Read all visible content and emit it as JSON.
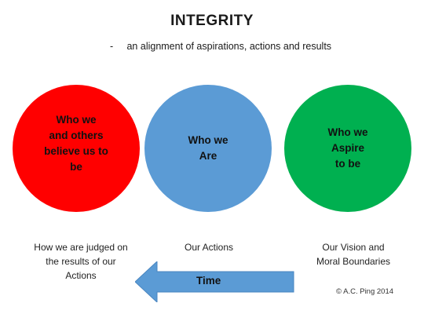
{
  "title": "INTEGRITY",
  "subtitle": {
    "bullet": "-",
    "text": "an alignment of aspirations, actions and results"
  },
  "circles": [
    {
      "lines": [
        "Who we",
        "and others",
        "believe us to",
        "be"
      ],
      "color": "#ff0000"
    },
    {
      "lines": [
        "Who we",
        "Are"
      ],
      "color": "#5b9bd5"
    },
    {
      "lines": [
        "Who we",
        "Aspire",
        "to be"
      ],
      "color": "#00b050"
    }
  ],
  "captions": [
    {
      "lines": [
        "How we are judged on",
        "the results of our",
        "Actions"
      ]
    },
    {
      "lines": [
        "Our Actions"
      ]
    },
    {
      "lines": [
        "Our Vision and",
        "Moral Boundaries"
      ]
    }
  ],
  "arrow": {
    "label": "Time",
    "color": "#5b9bd5",
    "direction": "left"
  },
  "copyright": "© A.C. Ping 2014"
}
